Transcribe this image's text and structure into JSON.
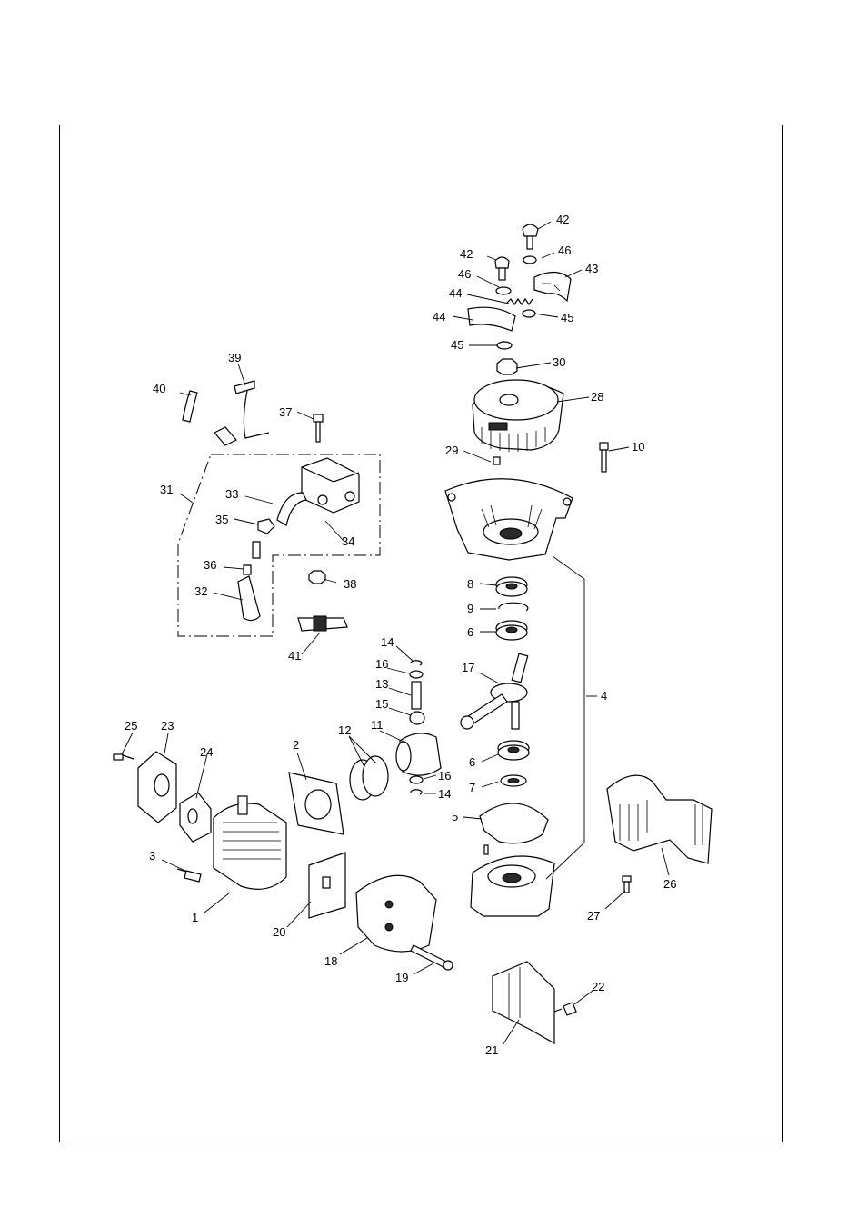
{
  "parts": [
    {
      "id": "label-1",
      "text": "1"
    },
    {
      "id": "label-2",
      "text": "2"
    },
    {
      "id": "label-3",
      "text": "3"
    },
    {
      "id": "label-4",
      "text": "4"
    },
    {
      "id": "label-5",
      "text": "5"
    },
    {
      "id": "label-6a",
      "text": "6"
    },
    {
      "id": "label-6b",
      "text": "6"
    },
    {
      "id": "label-7",
      "text": "7"
    },
    {
      "id": "label-8",
      "text": "8"
    },
    {
      "id": "label-9",
      "text": "9"
    },
    {
      "id": "label-10",
      "text": "10"
    },
    {
      "id": "label-11",
      "text": "11"
    },
    {
      "id": "label-12",
      "text": "12"
    },
    {
      "id": "label-13",
      "text": "13"
    },
    {
      "id": "label-14a",
      "text": "14"
    },
    {
      "id": "label-14b",
      "text": "14"
    },
    {
      "id": "label-15",
      "text": "15"
    },
    {
      "id": "label-16a",
      "text": "16"
    },
    {
      "id": "label-16b",
      "text": "16"
    },
    {
      "id": "label-17",
      "text": "17"
    },
    {
      "id": "label-18",
      "text": "18"
    },
    {
      "id": "label-19",
      "text": "19"
    },
    {
      "id": "label-20",
      "text": "20"
    },
    {
      "id": "label-21",
      "text": "21"
    },
    {
      "id": "label-22",
      "text": "22"
    },
    {
      "id": "label-23",
      "text": "23"
    },
    {
      "id": "label-24",
      "text": "24"
    },
    {
      "id": "label-25",
      "text": "25"
    },
    {
      "id": "label-26",
      "text": "26"
    },
    {
      "id": "label-27",
      "text": "27"
    },
    {
      "id": "label-28",
      "text": "28"
    },
    {
      "id": "label-29",
      "text": "29"
    },
    {
      "id": "label-30",
      "text": "30"
    },
    {
      "id": "label-31",
      "text": "31"
    },
    {
      "id": "label-32",
      "text": "32"
    },
    {
      "id": "label-33",
      "text": "33"
    },
    {
      "id": "label-34",
      "text": "34"
    },
    {
      "id": "label-35",
      "text": "35"
    },
    {
      "id": "label-36",
      "text": "36"
    },
    {
      "id": "label-37",
      "text": "37"
    },
    {
      "id": "label-38",
      "text": "38"
    },
    {
      "id": "label-39",
      "text": "39"
    },
    {
      "id": "label-40",
      "text": "40"
    },
    {
      "id": "label-41",
      "text": "41"
    },
    {
      "id": "label-42a",
      "text": "42"
    },
    {
      "id": "label-42b",
      "text": "42"
    },
    {
      "id": "label-43",
      "text": "43"
    },
    {
      "id": "label-44a",
      "text": "44"
    },
    {
      "id": "label-44b",
      "text": "44"
    },
    {
      "id": "label-45a",
      "text": "45"
    },
    {
      "id": "label-45b",
      "text": "45"
    },
    {
      "id": "label-46a",
      "text": "46"
    },
    {
      "id": "label-46b",
      "text": "46"
    }
  ]
}
